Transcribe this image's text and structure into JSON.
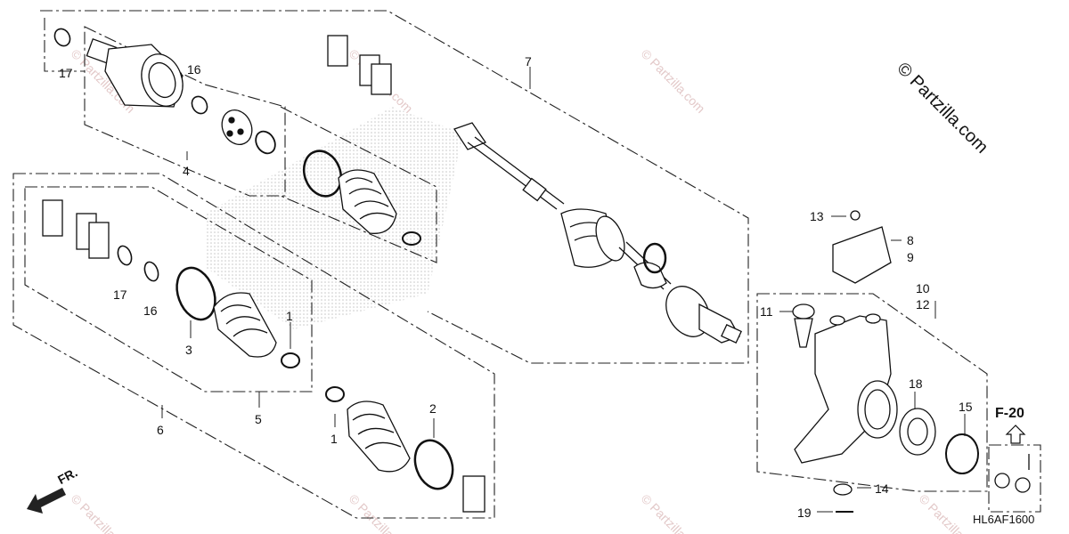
{
  "copyright": "© Partzilla.com",
  "diagram_code": "HL6AF1600",
  "ref_label": "F-20",
  "front_label": "FR.",
  "watermark": "© Partzilla.com",
  "callouts": {
    "n1a": "1",
    "n1b": "1",
    "n2": "2",
    "n3": "3",
    "n4": "4",
    "n5": "5",
    "n6": "6",
    "n7": "7",
    "n8": "8",
    "n9": "9",
    "n10": "10",
    "n11": "11",
    "n12": "12",
    "n13": "13",
    "n14": "14",
    "n15": "15",
    "n16a": "16",
    "n16b": "16",
    "n17a": "17",
    "n17b": "17",
    "n18": "18",
    "n19": "19"
  }
}
